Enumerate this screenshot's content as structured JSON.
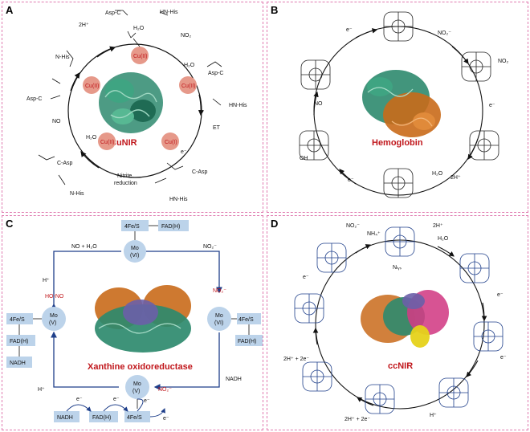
{
  "panels": {
    "A": {
      "label": "A",
      "enzyme": "CuNIR",
      "cu": [
        "Cu(II)",
        "Cu(II)",
        "Cu(II)",
        "Cu(I)",
        "Cu(II)"
      ],
      "texts": {
        "h2o_top": "H₂O",
        "no2_top": "NO₂",
        "h2o_right": "H₂O",
        "two_h": "2H⁺",
        "et": "ET",
        "no": "NO",
        "h2o_left": "H₂O",
        "nitrite": "Nitrite",
        "reduction": "reduction",
        "his_a": "HN-His",
        "his_b": "HN-His",
        "his_c": "N-His",
        "his_d": "N-His",
        "his_e": "HN-His",
        "asp_a": "Asp-C",
        "asp_b": "Asp-C",
        "asp_c": "Asp-C",
        "asp_d": "C-Asp",
        "asp_e": "C-Asp",
        "eminus": "e⁻"
      }
    },
    "B": {
      "label": "B",
      "enzyme": "Hemoglobin",
      "texts": {
        "eminus_top": "e⁻",
        "no2": "NO₂⁻",
        "eminus_right": "e⁻",
        "no": "NO",
        "eminus_left": "e⁻",
        "h2o": "H₂O",
        "two_h": "2H⁺",
        "no2_sub": "NO₂",
        "oh": "OH"
      }
    },
    "C": {
      "label": "C",
      "enzyme": "Xanthine oxidoreductase",
      "texts": {
        "fe4s_top": "4Fe/S",
        "fad_top": "FAD(H)",
        "mo_top_a": "Mo",
        "mo_top_b": "(VI)",
        "no_h2o": "NO + H₂O",
        "no2_top": "NO₂⁻",
        "h_left": "H⁺",
        "hono": "HO-NO",
        "mo_left_a": "Mo",
        "mo_left_b": "(V)",
        "fe4s_left": "4Fe/S",
        "fad_left": "FAD(H)",
        "nadh_left": "NADH",
        "no2_right": "NO₂⁻",
        "mo_right_a": "Mo",
        "mo_right_b": "(VI)",
        "fe4s_right": "4Fe/S",
        "fad_right": "FAD(H)",
        "nadh_right": "NADH",
        "h_bottom": "H⁺",
        "mo_bot_a": "Mo",
        "mo_bot_b": "(V)",
        "no2_bottom": "NO₂⁻",
        "e1": "e⁻",
        "e2": "e⁻",
        "e3": "e⁻",
        "e4": "e⁻",
        "nadh_bottom": "NADH",
        "fad_bottom": "FAD(H)",
        "fe4s_bottom": "4Fe/S"
      }
    },
    "D": {
      "label": "D",
      "enzyme": "ccNIR",
      "texts": {
        "no2": "NO₂⁻",
        "nh4": "NH₄⁺",
        "two_h": "2H⁺",
        "h2o": "H₂O",
        "e_left": "e⁻",
        "e_right1": "e⁻",
        "e_right2": "e⁻",
        "h_bottom": "H⁺",
        "two_h_2e_a": "2H⁺ + 2e⁻",
        "two_h_2e_b": "2H⁺ + 2e⁻",
        "nlys": "Nₗᵧₛ"
      }
    }
  },
  "colors": {
    "panel_border": "#e07bb0",
    "accent_red": "#c0161b",
    "copper": "#e6998a",
    "mo_blue": "#bcd3ea",
    "arrow_blue": "#1f3f8a",
    "protein_green": "#2e8a6e",
    "protein_orange": "#c96a1a",
    "protein_purple": "#6b5fa8",
    "protein_pink": "#d13b84",
    "protein_yellow": "#e6d21a"
  }
}
